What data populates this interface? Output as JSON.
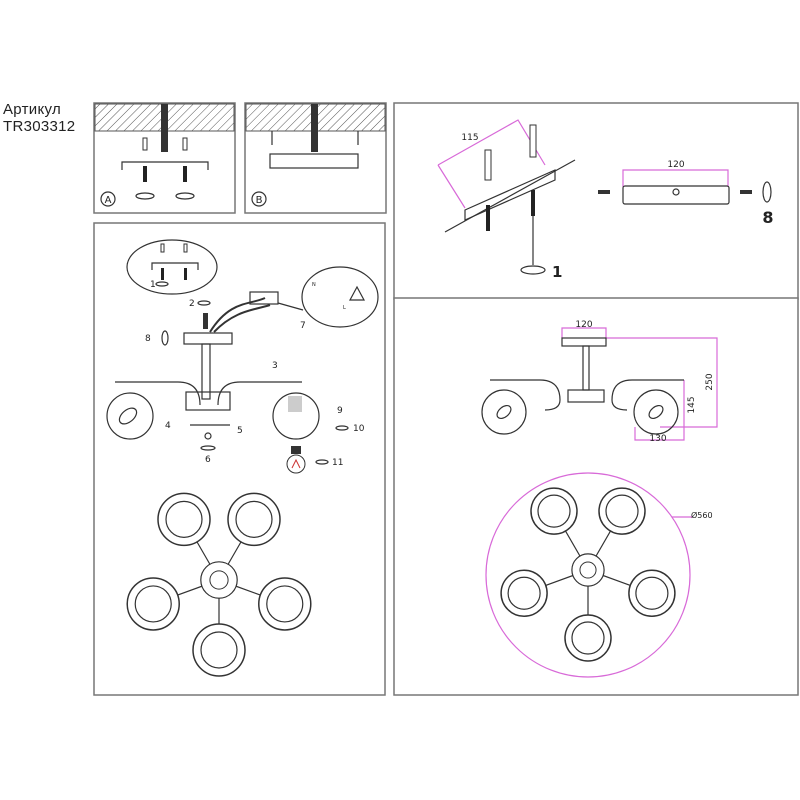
{
  "article": {
    "label": "Артикул",
    "code": "TR303312"
  },
  "panel_a": {
    "badge": "A"
  },
  "panel_b": {
    "badge": "B"
  },
  "bracket_panel": {
    "dim_bracket_diag": "115",
    "dim_bracket_len": "120",
    "step_screw": "1",
    "step_side_screw": "8"
  },
  "assembly_panel": {
    "steps": [
      "1",
      "2",
      "3",
      "4",
      "5",
      "6",
      "7",
      "8",
      "9",
      "10",
      "11"
    ],
    "wiring": {
      "n": "N",
      "l": "L"
    }
  },
  "dimensions_panel": {
    "canopy_width": "120",
    "height_total": "250",
    "shade_height": "145",
    "shade_width": "130",
    "diameter": "Ø560"
  },
  "colors": {
    "dimension": "#d86ad8",
    "line": "#333333",
    "frame": "#777777"
  }
}
